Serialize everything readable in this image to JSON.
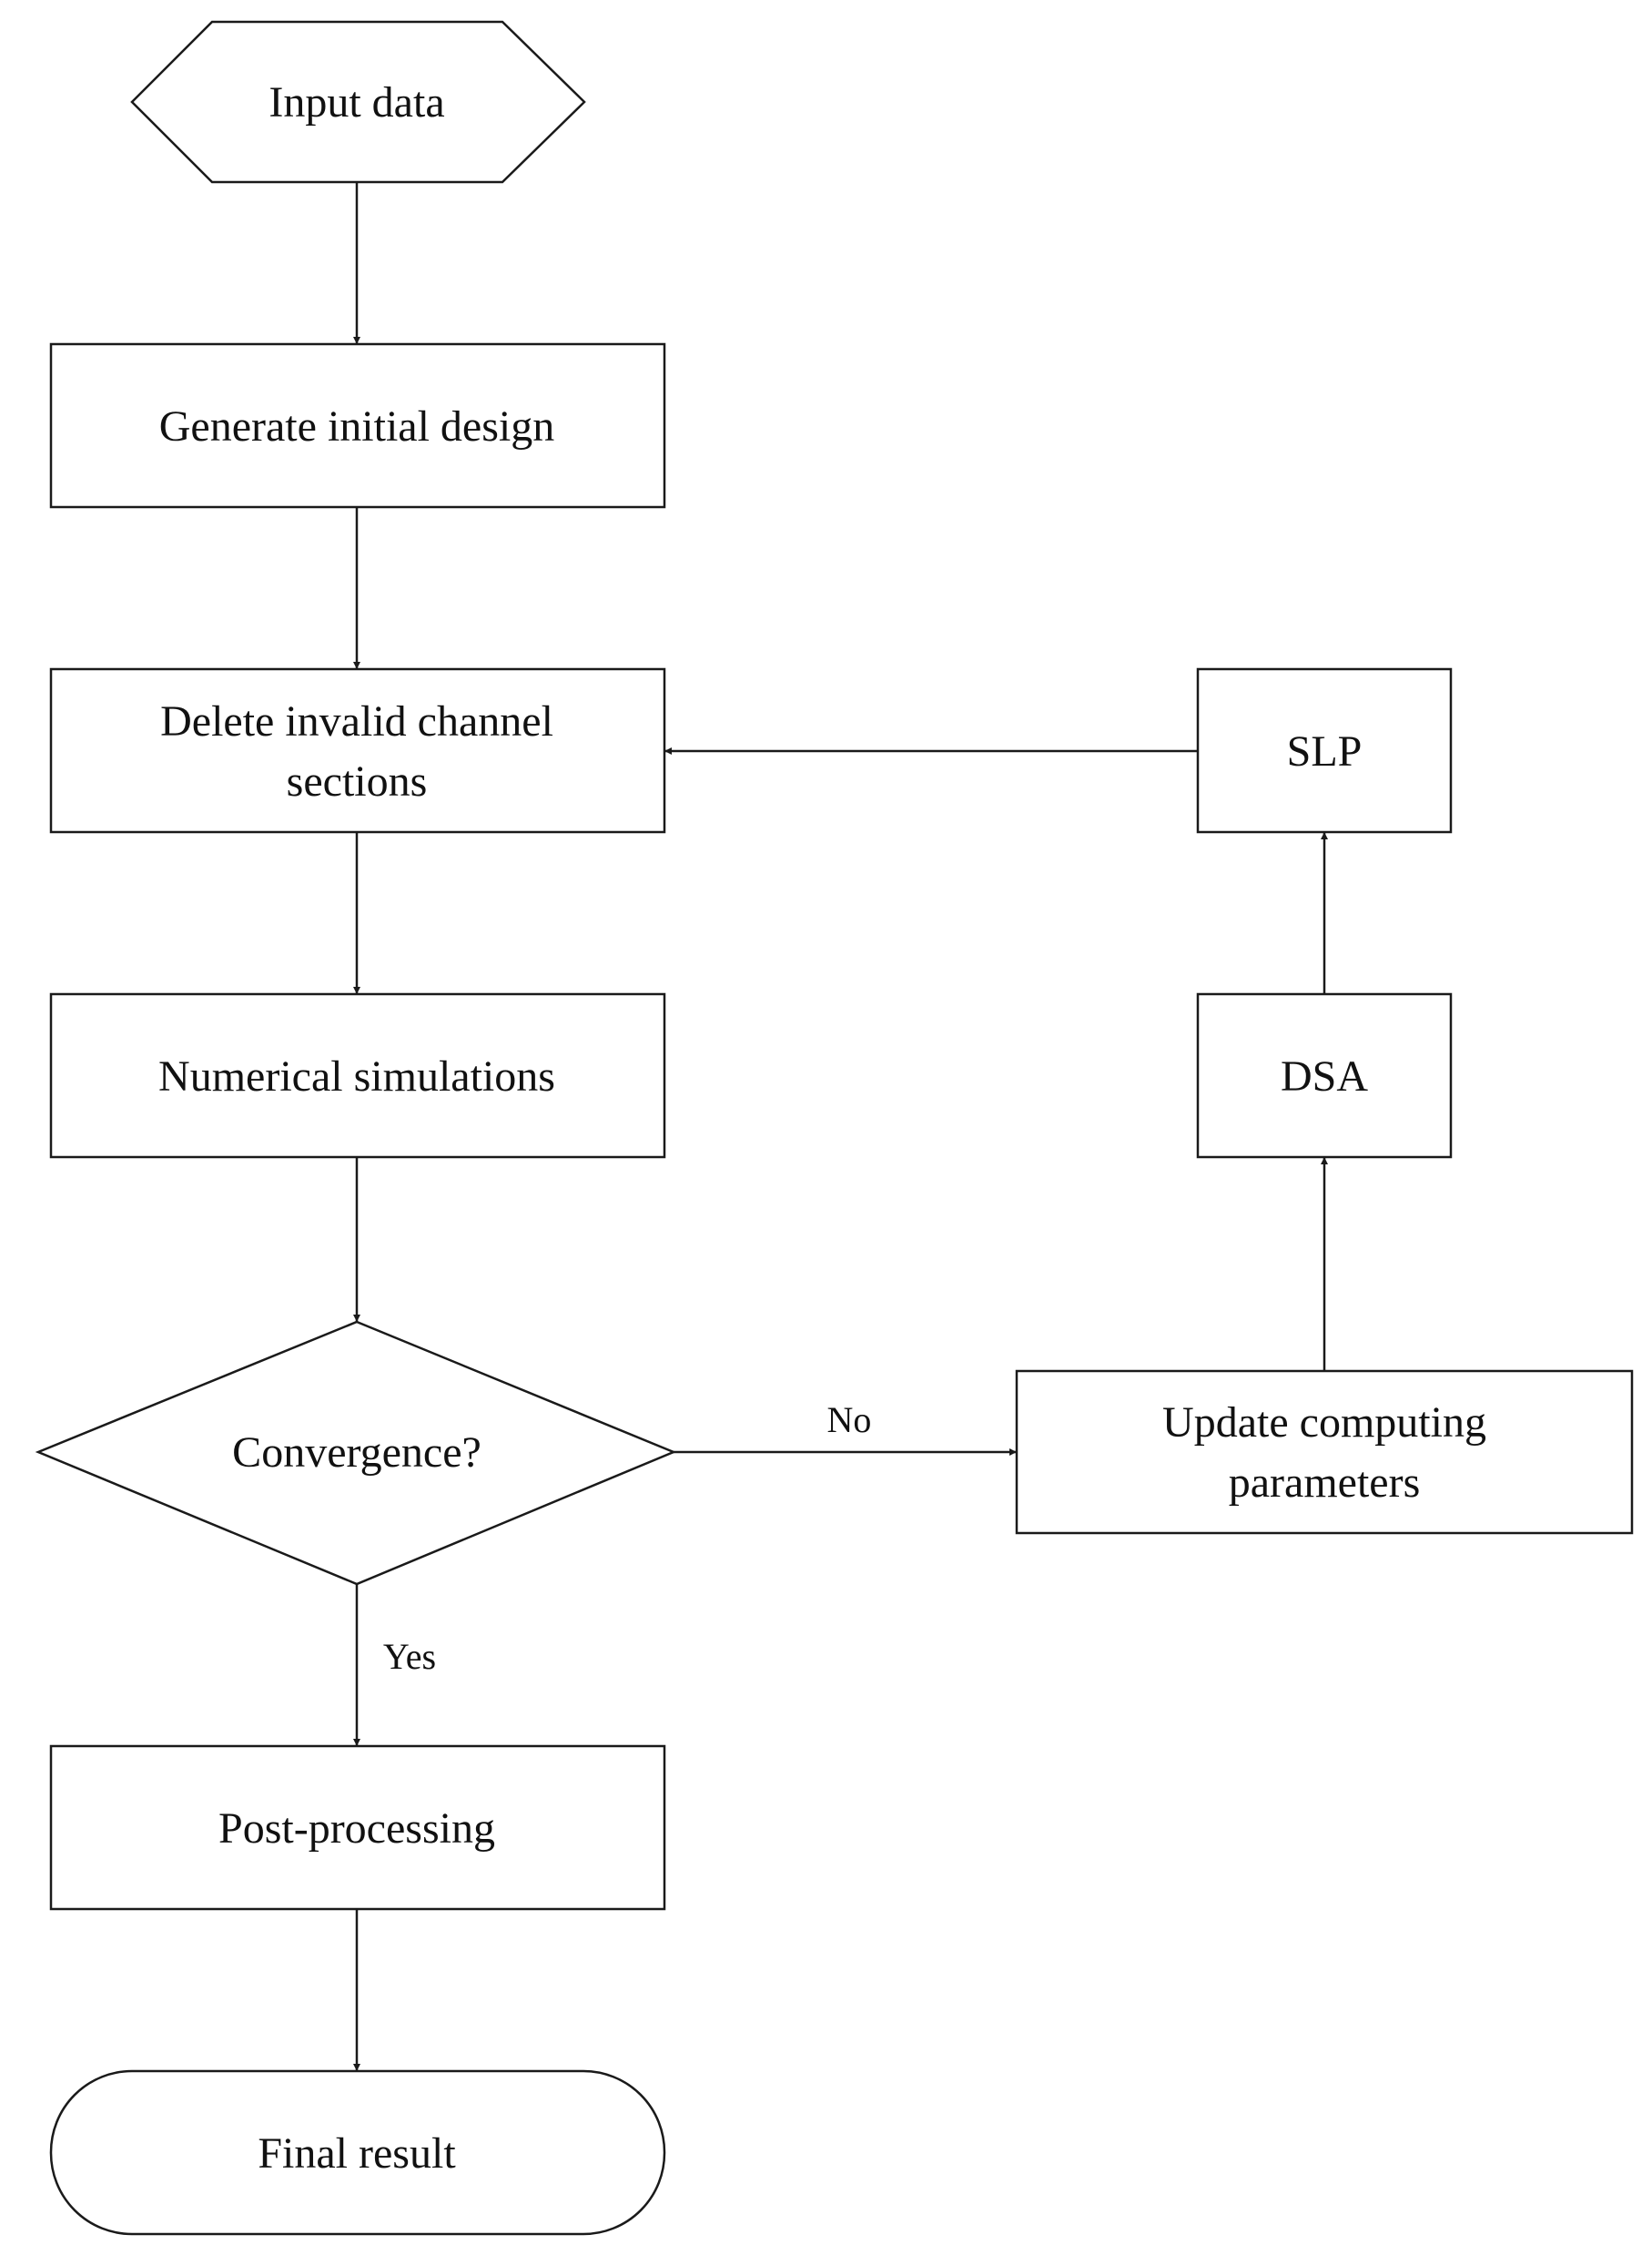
{
  "nodes": {
    "input": {
      "lines": [
        "Input data"
      ]
    },
    "generate": {
      "lines": [
        "Generate initial design"
      ]
    },
    "delete": {
      "lines": [
        "Delete invalid channel",
        "sections"
      ]
    },
    "numerical": {
      "lines": [
        "Numerical simulations"
      ]
    },
    "convergence": {
      "lines": [
        "Convergence?"
      ]
    },
    "post": {
      "lines": [
        "Post-processing"
      ]
    },
    "final": {
      "lines": [
        "Final result"
      ]
    },
    "update": {
      "lines": [
        "Update computing",
        "parameters"
      ]
    },
    "dsa": {
      "lines": [
        "DSA"
      ]
    },
    "slp": {
      "lines": [
        "SLP"
      ]
    }
  },
  "edges": {
    "no_label": "No",
    "yes_label": "Yes"
  }
}
